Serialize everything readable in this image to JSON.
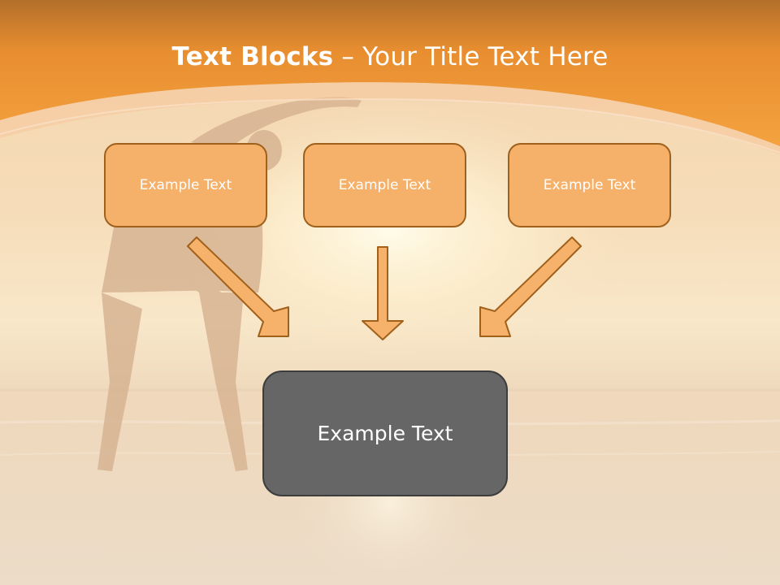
{
  "slide": {
    "title_bold": "Text Blocks",
    "title_rest": " – Your Title Text Here"
  },
  "boxes": [
    {
      "label": "Example Text"
    },
    {
      "label": "Example Text"
    },
    {
      "label": "Example Text"
    }
  ],
  "target_box": {
    "label": "Example Text"
  },
  "colors": {
    "header_orange": "#f29a36",
    "box_fill": "#f5b06a",
    "box_border": "#a0611c",
    "target_fill": "#666666",
    "arrow_fill": "#f6b26b",
    "arrow_stroke": "#a0611c"
  }
}
